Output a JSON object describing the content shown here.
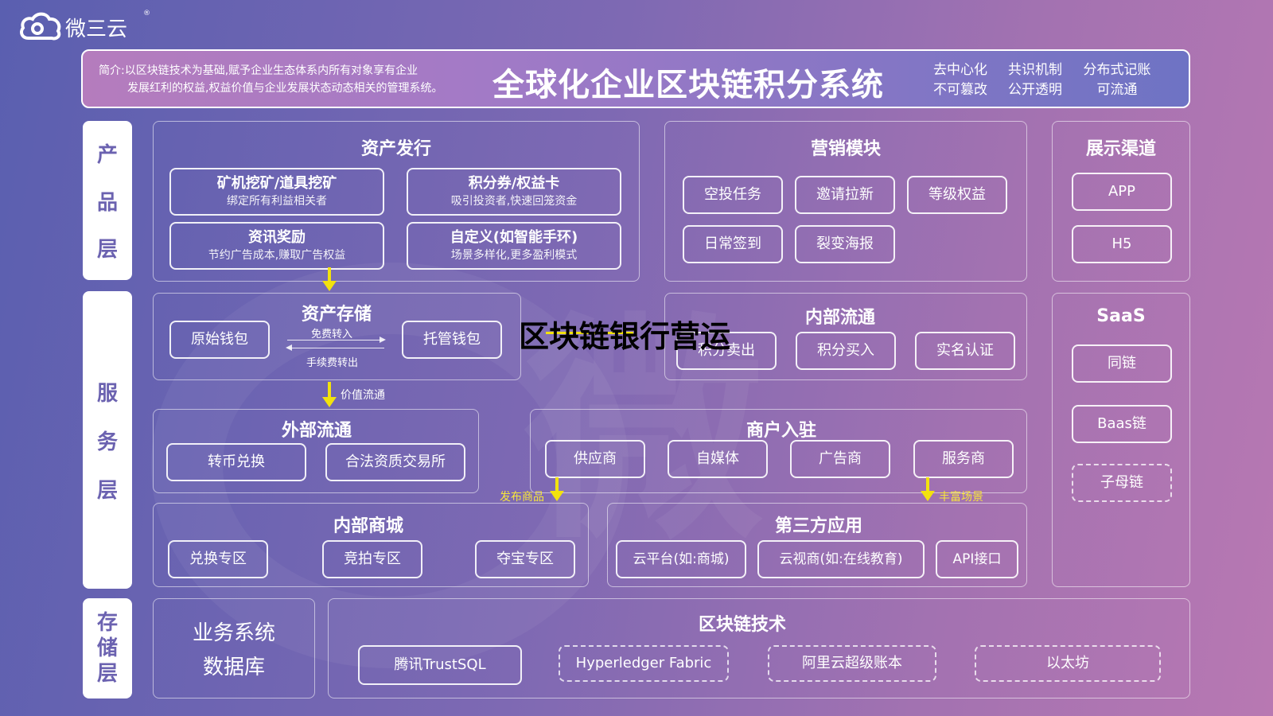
{
  "brand": {
    "name": "微三云",
    "mark": "®"
  },
  "header": {
    "intro": "简介:以区块链技术为基础,赋予企业生态体系内所有对象享有企业",
    "intro2": "发展红利的权益,权益价值与企业发展状态动态相关的管理系统。",
    "title": "全球化企业区块链积分系统",
    "features": [
      [
        "去中心化",
        "不可篡改"
      ],
      [
        "共识机制",
        "公开透明"
      ],
      [
        "分布式记账",
        "可流通"
      ]
    ]
  },
  "layers": {
    "product": [
      "产",
      "品",
      "层"
    ],
    "service": [
      "服",
      "务",
      "层"
    ],
    "storage": [
      "存",
      "储",
      "层"
    ]
  },
  "asset_issue": {
    "title": "资产发行",
    "items": [
      {
        "title": "矿机挖矿/道具挖矿",
        "sub": "绑定所有利益相关者"
      },
      {
        "title": "积分券/权益卡",
        "sub": "吸引投资者,快速回笼资金"
      },
      {
        "title": "资讯奖励",
        "sub": "节约广告成本,赚取广告权益"
      },
      {
        "title": "自定义(如智能手环)",
        "sub": "场景多样化,更多盈利模式"
      }
    ]
  },
  "marketing": {
    "title": "营销模块",
    "items": [
      "空投任务",
      "邀请拉新",
      "等级权益",
      "日常签到",
      "裂变海报"
    ]
  },
  "channels": {
    "title": "展示渠道",
    "items": [
      "APP",
      "H5"
    ]
  },
  "asset_storage": {
    "title": "资产存储",
    "wallet_left": "原始钱包",
    "wallet_right": "托管钱包",
    "label_in": "免费转入",
    "label_out": "手续费转出"
  },
  "overlay_title": "区块链银行营运",
  "internal_flow": {
    "title": "内部流通",
    "items": [
      "积分卖出",
      "积分买入",
      "实名认证"
    ]
  },
  "saas": {
    "title": "SaaS",
    "items": [
      "同链",
      "Baas链"
    ],
    "dashed_item": "子母链"
  },
  "value_flow_label": "价值流通",
  "external_flow": {
    "title": "外部流通",
    "items": [
      "转币兑换",
      "合法资质交易所"
    ]
  },
  "merchant": {
    "title": "商户入驻",
    "items": [
      "供应商",
      "自媒体",
      "广告商",
      "服务商"
    ]
  },
  "publish_label": "发布商品",
  "rich_label": "丰富场景",
  "mall": {
    "title": "内部商城",
    "items": [
      "兑换专区",
      "竞拍专区",
      "夺宝专区"
    ]
  },
  "third_party": {
    "title": "第三方应用",
    "items": [
      "云平台(如:商城)",
      "云视商(如:在线教育)",
      "API接口"
    ]
  },
  "business_db": {
    "line1": "业务系统",
    "line2": "数据库"
  },
  "blockchain": {
    "title": "区块链技术",
    "solid_item": "腾讯TrustSQL",
    "dashed_items": [
      "Hyperledger Fabric",
      "阿里云超级账本",
      "以太坊"
    ]
  }
}
